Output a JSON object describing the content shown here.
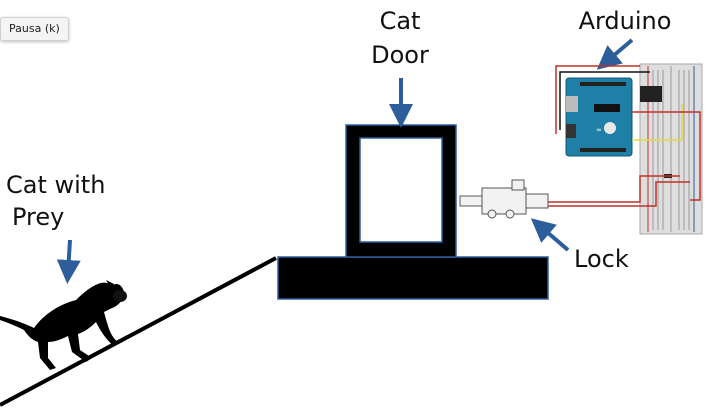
{
  "player": {
    "pause_tooltip": "Pausa (k)"
  },
  "diagram": {
    "labels": {
      "cat_door_line1": "Cat",
      "cat_door_line2": "Door",
      "arduino": "Arduino",
      "cat_with_prey_line1": "Cat with",
      "cat_with_prey_line2": "Prey",
      "lock": "Lock"
    },
    "colors": {
      "arrow": "#2e5d9c",
      "door_frame": "#000000",
      "door_glass": "#ffffff",
      "door_outline": "#2e5d9c",
      "arduino_board": "#1f7fa6",
      "breadboard": "#dedede",
      "wire_red": "#c0302a",
      "wire_yellow": "#e6d93a",
      "wire_black": "#111111"
    },
    "icons": [
      "cat-with-prey-silhouette",
      "arduino-board",
      "breadboard",
      "solenoid-lock",
      "arrow-down",
      "arrow-up-left"
    ]
  }
}
